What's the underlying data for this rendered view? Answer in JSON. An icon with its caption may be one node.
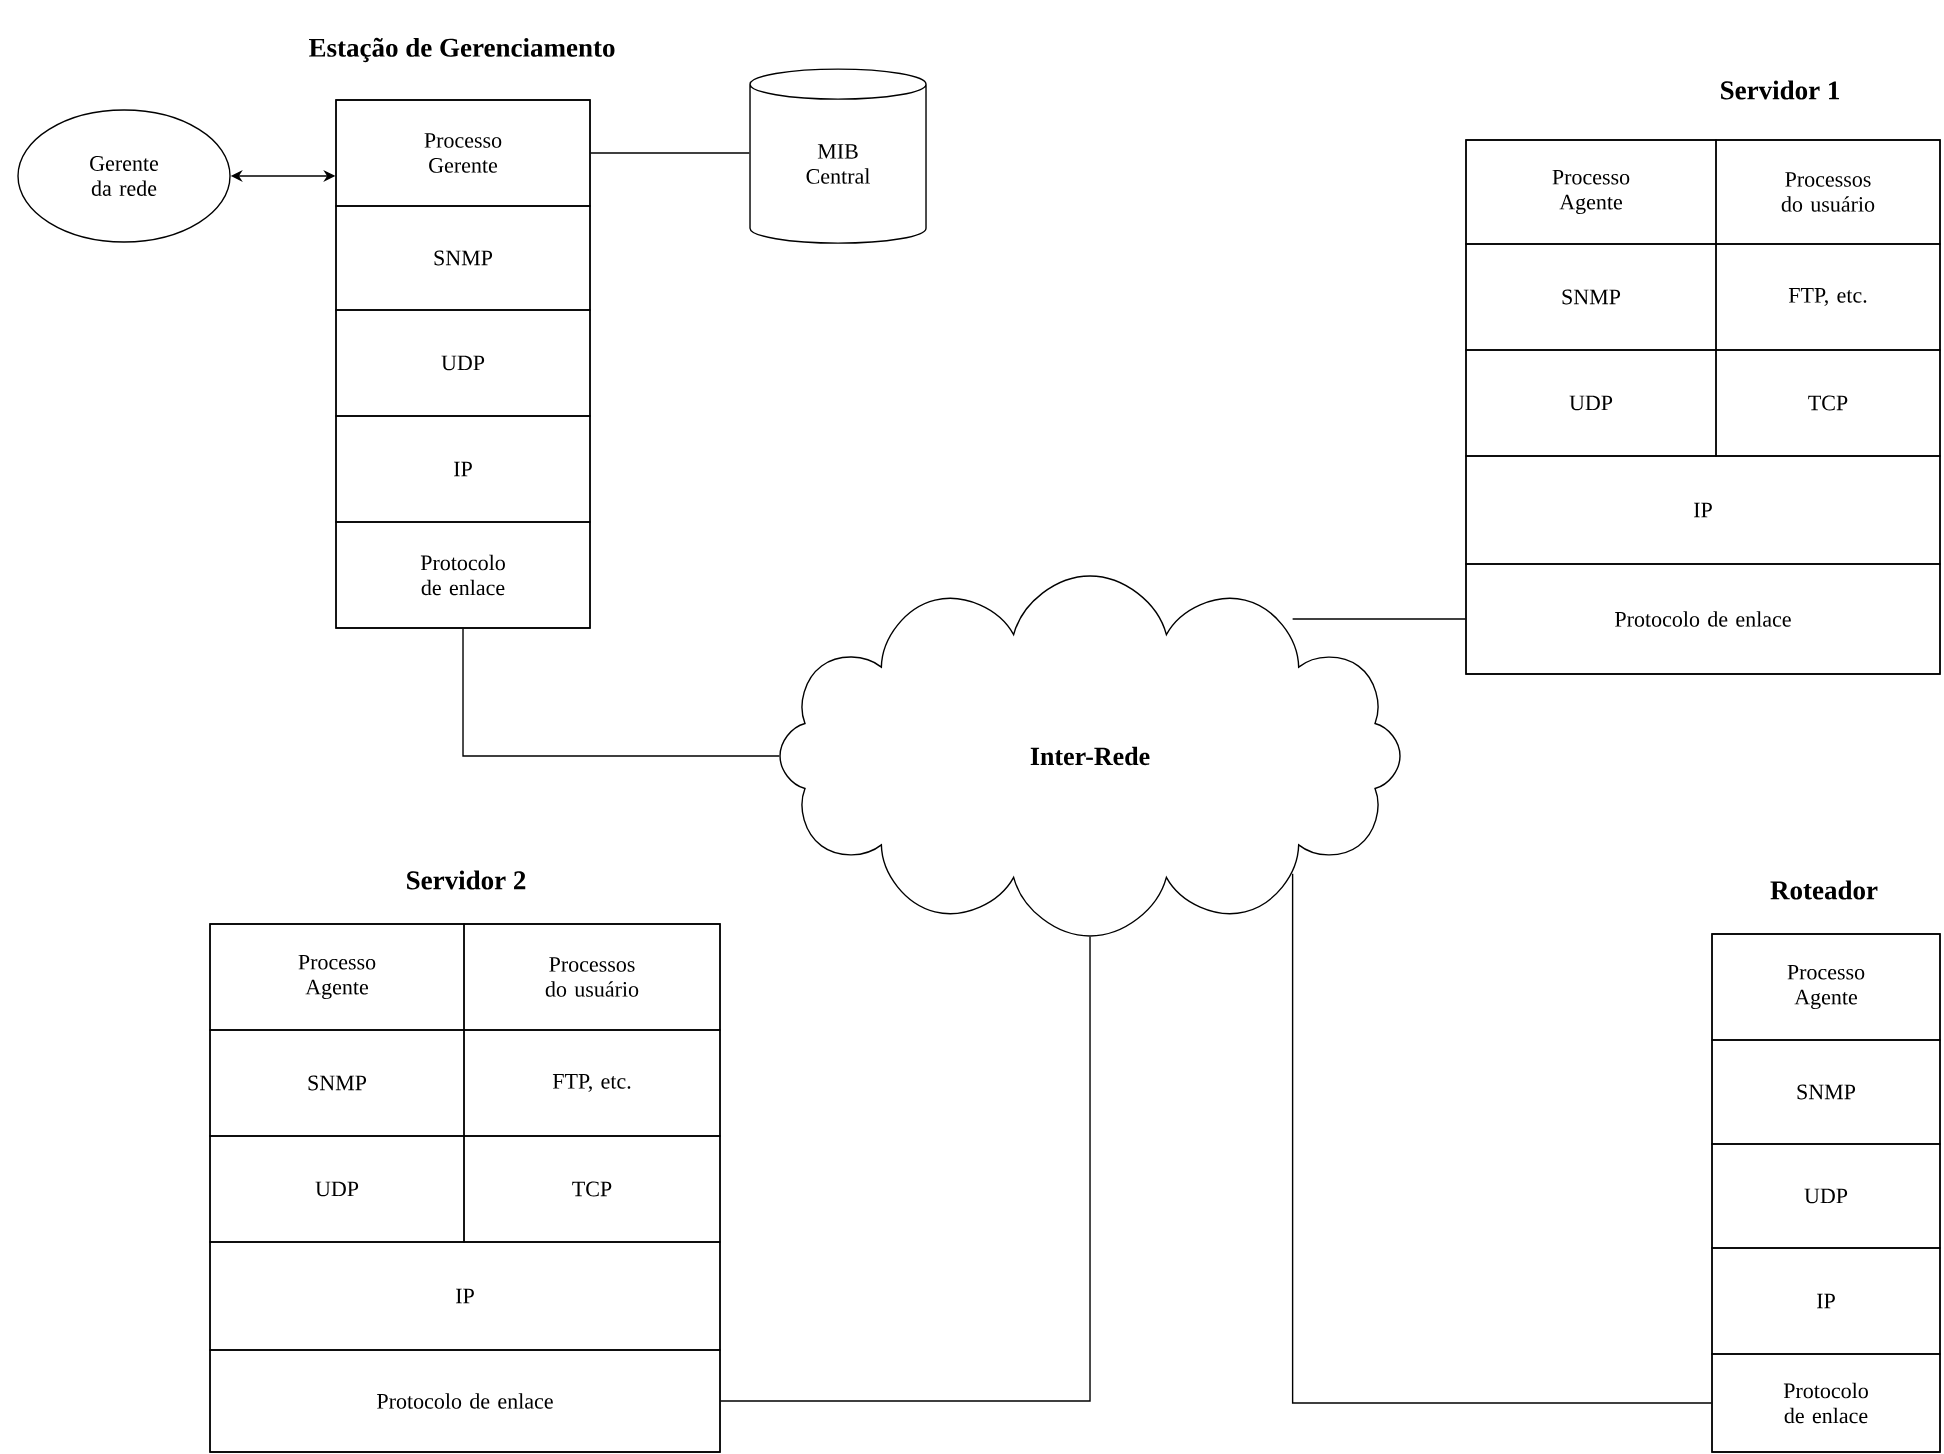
{
  "diagram": {
    "nodes": [
      {
        "text": [
          "Gerente da rede"
        ]
      },
      {
        "text": [
          "Estação de Gerenciamento"
        ]
      },
      {
        "text": [
          "Processo Gerente"
        ],
        "in": 1
      },
      {
        "text": [
          "SNMP"
        ],
        "in": 1
      },
      {
        "text": [
          "UDP"
        ],
        "in": 1
      },
      {
        "text": [
          "IP"
        ],
        "in": 1
      },
      {
        "text": [
          "Protocolo de enlace"
        ],
        "in": 1
      },
      {
        "text": [
          "MIB Central"
        ]
      },
      {
        "text": [
          "Servidor 1"
        ]
      },
      {
        "text": [
          "Processo Agente"
        ],
        "in": 8
      },
      {
        "text": [
          "Processos do usuário"
        ],
        "in": 8
      },
      {
        "text": [
          "SNMP"
        ],
        "in": 8
      },
      {
        "text": [
          "FTP, etc."
        ],
        "in": 8
      },
      {
        "text": [
          "UDP"
        ],
        "in": 8
      },
      {
        "text": [
          "TCP"
        ],
        "in": 8
      },
      {
        "text": [
          "IP"
        ],
        "in": 8
      },
      {
        "text": [
          "Protocolo de enlace"
        ],
        "in": 8
      },
      {
        "text": [
          "Inter-Rede"
        ]
      },
      {
        "text": [
          "Servidor 2"
        ]
      },
      {
        "text": [
          "Processo Agente"
        ],
        "in": 18
      },
      {
        "text": [
          "Processos do usuário"
        ],
        "in": 18
      },
      {
        "text": [
          "SNMP"
        ],
        "in": 18
      },
      {
        "text": [
          "FTP, etc."
        ],
        "in": 18
      },
      {
        "text": [
          "UDP"
        ],
        "in": 18
      },
      {
        "text": [
          "TCP"
        ],
        "in": 18
      },
      {
        "text": [
          "IP"
        ],
        "in": 18
      },
      {
        "text": [
          "Protocolo de enlace"
        ],
        "in": 18
      },
      {
        "text": [
          "Roteador"
        ]
      },
      {
        "text": [
          "Processo Agente"
        ],
        "in": 27
      },
      {
        "text": [
          "SNMP"
        ],
        "in": 27
      },
      {
        "text": [
          "UDP"
        ],
        "in": 27
      },
      {
        "text": [
          "IP"
        ],
        "in": 27
      },
      {
        "text": [
          "Protocolo de enlace"
        ],
        "in": 27
      }
    ],
    "edges": [
      {
        "from": 0,
        "to": 2,
        "arrow": "both"
      },
      {
        "from": 2,
        "to": 7,
        "arrow": "none"
      },
      {
        "from": 6,
        "to": 17,
        "arrow": "none"
      },
      {
        "from": 16,
        "to": 17,
        "arrow": "none"
      },
      {
        "from": 26,
        "to": 17,
        "arrow": "none"
      },
      {
        "from": 32,
        "to": 17,
        "arrow": "none"
      }
    ]
  }
}
